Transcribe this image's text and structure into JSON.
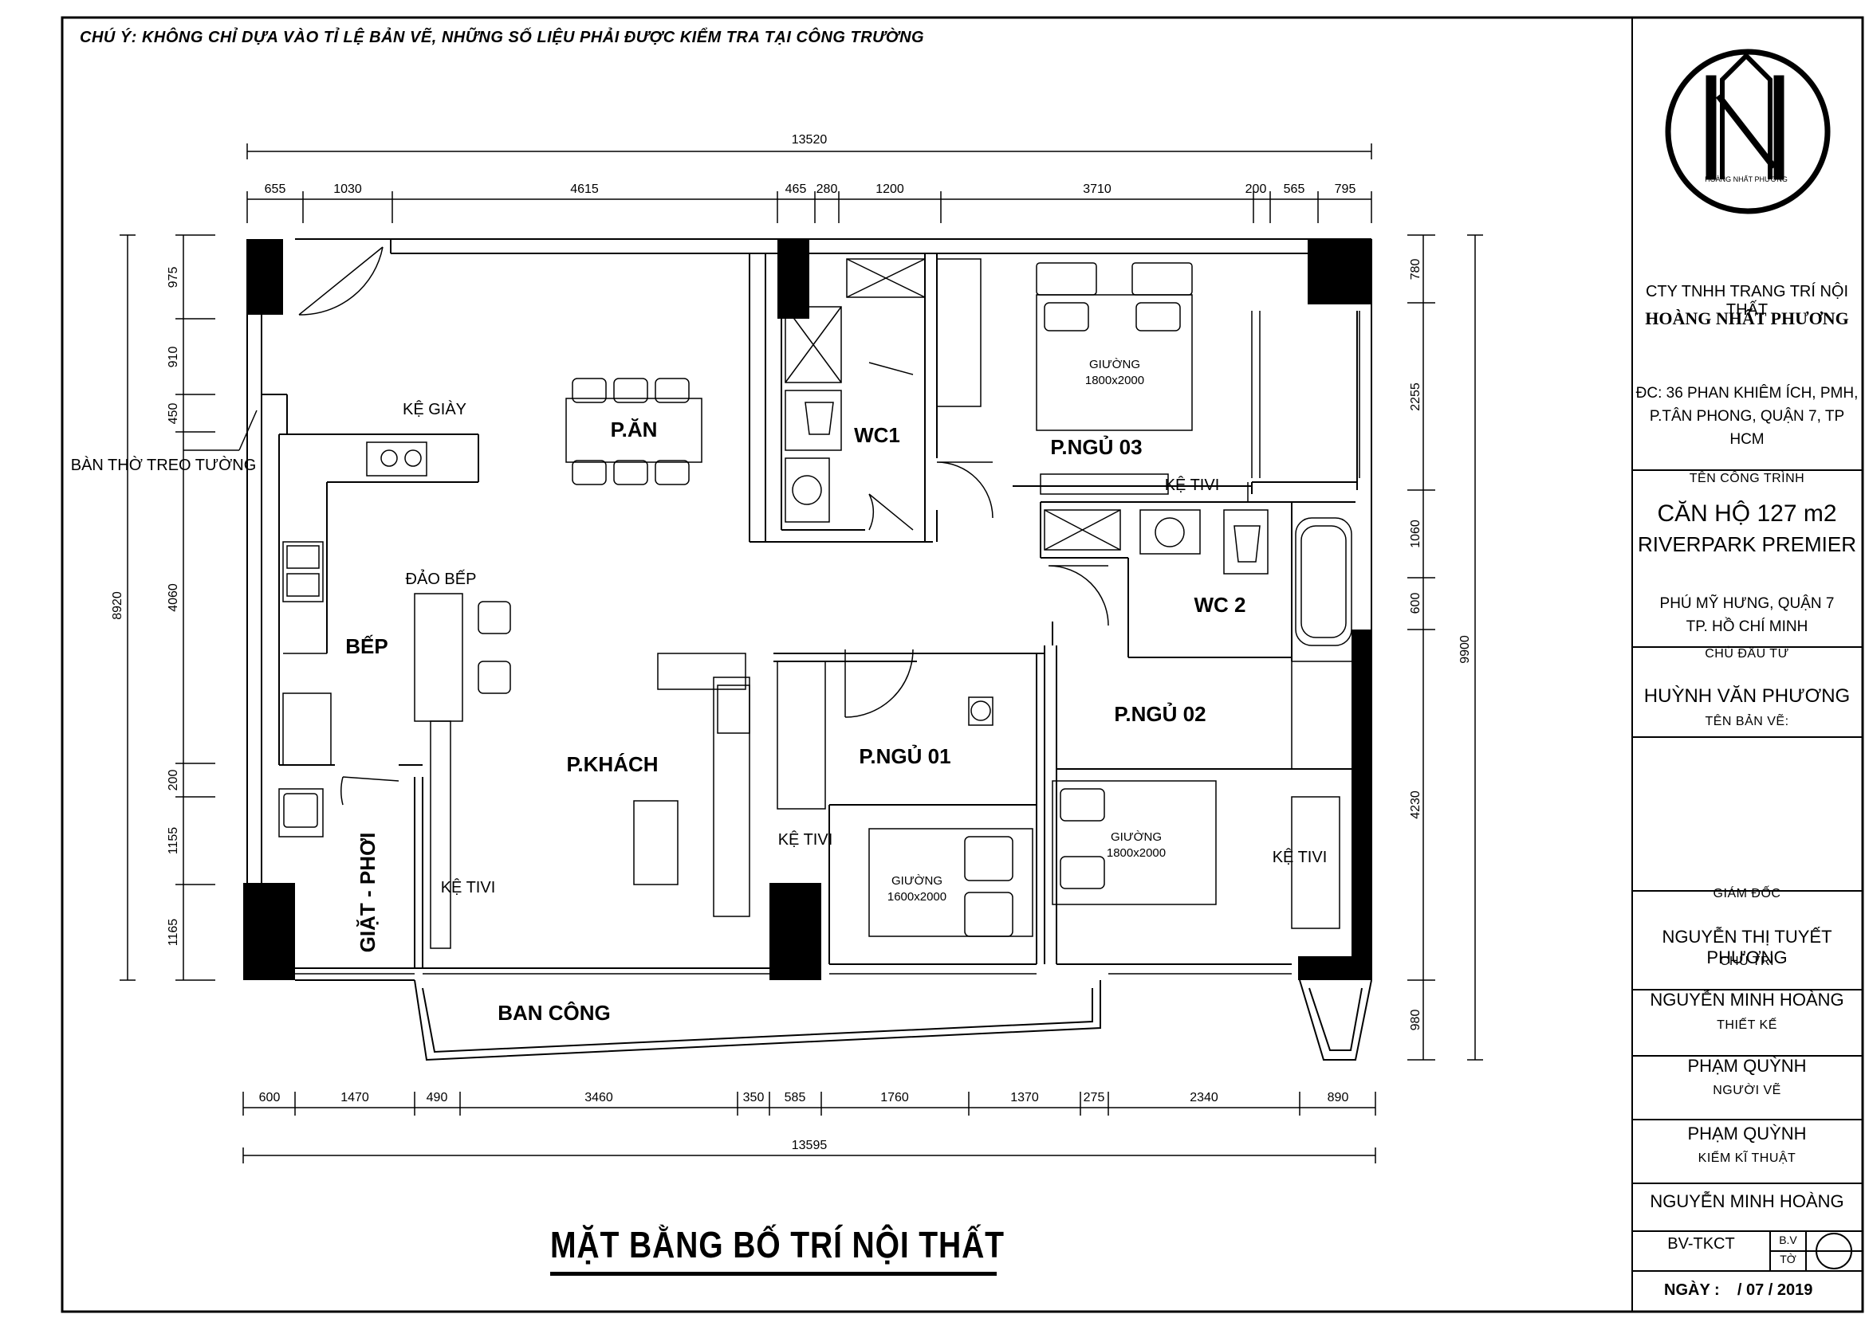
{
  "note": "CHÚ Ý: KHÔNG CHỈ DỰA VÀO TỈ LỆ BẢN VẼ, NHỮNG SỐ LIỆU PHẢI ĐƯỢC KIỂM TRA TẠI CÔNG TRƯỜNG",
  "drawing_title": "MẶT BẰNG BỐ TRÍ NỘI THẤT",
  "dimensions": {
    "top_total": "13520",
    "top": [
      "655",
      "1030",
      "4615",
      "465",
      "280",
      "1200",
      "3710",
      "200",
      "565",
      "795"
    ],
    "bottom_total": "13595",
    "bottom": [
      "600",
      "1470",
      "490",
      "3460",
      "350",
      "585",
      "1760",
      "1370",
      "275",
      "2340",
      "890"
    ],
    "left_total": "8920",
    "left": [
      "975",
      "910",
      "450",
      "4060",
      "200",
      "1155",
      "1165"
    ],
    "right_total": "9900",
    "right": [
      "780",
      "2255",
      "1060",
      "600",
      "4230",
      "980"
    ]
  },
  "rooms": {
    "dining": "P.ĂN",
    "wc1": "WC1",
    "bedroom3": "P.NGỦ 03",
    "wc2": "WC 2",
    "kitchen": "BẾP",
    "living": "P.KHÁCH",
    "bedroom1": "P.NGỦ 01",
    "bedroom2": "P.NGỦ 02",
    "laundry": "GIẶT - PHƠI",
    "balcony": "BAN CÔNG"
  },
  "fixtures": {
    "shoe_rack": "KỆ GIÀY",
    "altar": "BÀN THỜ TREO TƯỜNG",
    "island": "ĐẢO BẾP",
    "tv_shelf": "KỆ TIVI",
    "bed_label": "GIƯỜNG",
    "bed3_size": "1800x2000",
    "bed1_size": "1600x2000",
    "bed2_size": "1800x2000"
  },
  "title_block": {
    "logo_text": "HOÀNG NHẤT PHƯƠNG",
    "company_line1": "CTY TNHH TRANG TRÍ NỘI THẤT",
    "company_line2": "HOÀNG NHẤT PHƯƠNG",
    "address_line1": "ĐC: 36 PHAN KHIÊM ÍCH, PMH,",
    "address_line2": "P.TÂN PHONG, QUẬN 7, TP",
    "address_line3": "HCM",
    "project_caption": "TÊN CÔNG TRÌNH",
    "project_line1": "CĂN HỘ 127 m2",
    "project_line2": "RIVERPARK PREMIER",
    "location_line1": "PHÚ MỸ HƯNG, QUẬN 7",
    "location_line2": "TP. HỒ CHÍ MINH",
    "investor_caption": "CHỦ ĐẦU TƯ",
    "investor": "HUỲNH VĂN PHƯƠNG",
    "sheet_caption": "TÊN BẢN VẼ:",
    "director_caption": "GIÁM ĐỐC",
    "director": "NGUYỄN THỊ TUYẾT PHƯƠNG",
    "lead_caption": "CHỦ TRÌ",
    "lead": "NGUYỄN MINH HOÀNG",
    "design_caption": "THIẾT KẾ",
    "designer": "PHẠM QUỲNH",
    "drafter_caption": "NGƯỜI VẼ",
    "drafter": "PHẠM QUỲNH",
    "tech_caption": "KIỂM KĨ THUẬT",
    "tech": "NGUYỄN MINH HOÀNG",
    "code": "BV-TKCT",
    "bv": "B.V",
    "tu": "TỜ",
    "date": "NGÀY :    / 07 / 2019"
  }
}
